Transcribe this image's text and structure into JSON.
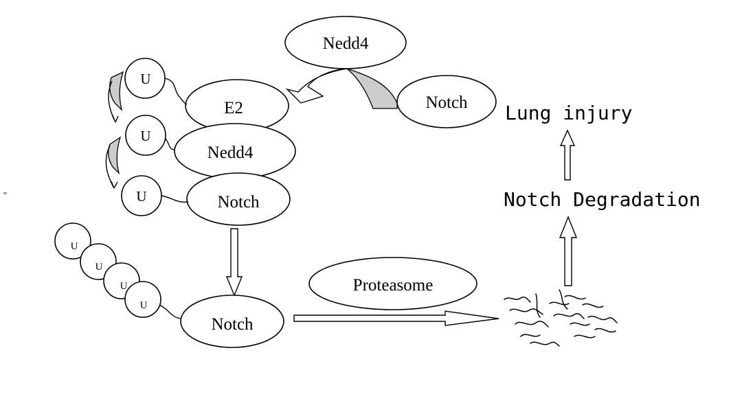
{
  "nodes": {
    "nedd4_top": "Nedd4",
    "e2": "E2",
    "notch_right": "Notch",
    "nedd4_mid": "Nedd4",
    "notch_mid": "Notch",
    "proteasome": "Proteasome",
    "notch_bottom": "Notch"
  },
  "ubiquitin": {
    "large_label": "U",
    "small_label": "U"
  },
  "outcomes": {
    "lung_injury": "Lung injury",
    "notch_degradation": "Notch Degradation"
  },
  "colors": {
    "stroke": "#000000",
    "node_fill": "#ffffff",
    "binding_wedge": "#cccccc"
  }
}
